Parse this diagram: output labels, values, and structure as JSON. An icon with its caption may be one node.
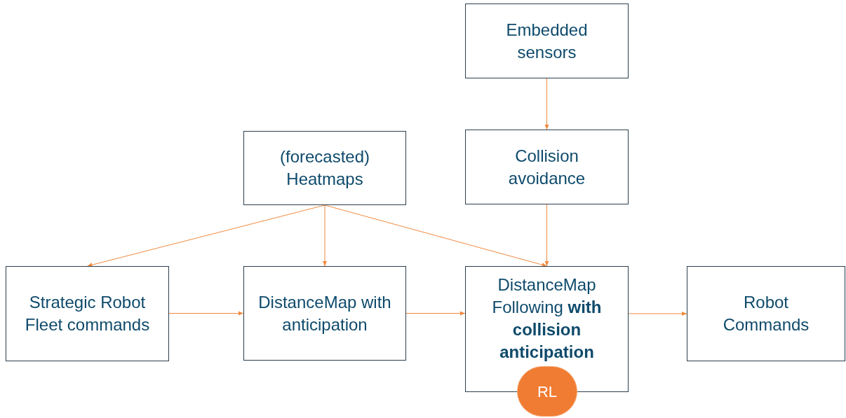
{
  "diagram": {
    "nodes": [
      {
        "text": [
          "Embedded sensors"
        ]
      },
      {
        "text": [
          "(forecasted) Heatmaps"
        ]
      },
      {
        "text": [
          "Collision avoidance"
        ]
      },
      {
        "text": [
          "Strategic Robot Fleet commands"
        ]
      },
      {
        "text": [
          "DistanceMap with anticipation"
        ]
      },
      {
        "text": [
          "DistanceMap Following **with collision anticipation**"
        ]
      },
      {
        "text": [
          "Robot Commands"
        ]
      },
      {
        "text": [
          "RL"
        ]
      }
    ],
    "edges": [
      {
        "from": 0,
        "to": 2,
        "arrow": "to"
      },
      {
        "from": 1,
        "to": 3,
        "arrow": "to"
      },
      {
        "from": 1,
        "to": 4,
        "arrow": "to"
      },
      {
        "from": 1,
        "to": 5,
        "arrow": "to"
      },
      {
        "from": 2,
        "to": 5,
        "arrow": "to"
      },
      {
        "from": 3,
        "to": 4,
        "arrow": "to"
      },
      {
        "from": 4,
        "to": 5,
        "arrow": "to"
      },
      {
        "from": 5,
        "to": 6,
        "arrow": "to"
      }
    ]
  }
}
